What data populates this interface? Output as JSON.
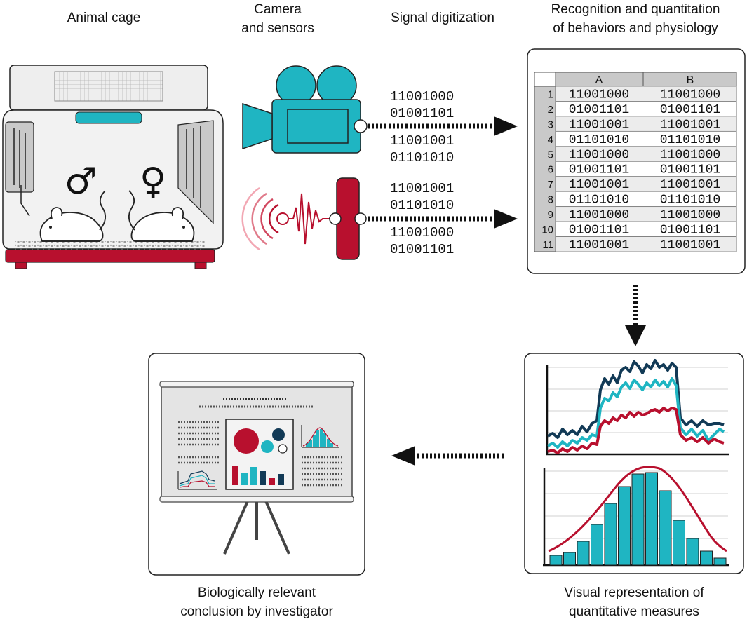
{
  "labels": {
    "animal_cage": "Animal cage",
    "camera_line1": "Camera",
    "camera_line2": "and sensors",
    "signal_digitization": "Signal digitization",
    "recognition_line1": "Recognition and quantitation",
    "recognition_line2": "of behaviors and physiology",
    "visual_line1": "Visual representation of",
    "visual_line2": "quantitative measures",
    "conclusion_line1": "Biologically relevant",
    "conclusion_line2": "conclusion by investigator"
  },
  "symbols": {
    "male": "♂",
    "female": "♀"
  },
  "binary_streams": {
    "camera": [
      "11001000",
      "01001101",
      "11001001",
      "01101010"
    ],
    "sensor": [
      "11001001",
      "01101010",
      "11001000",
      "01001101"
    ]
  },
  "spreadsheet": {
    "columns": [
      "A",
      "B"
    ],
    "rows": [
      {
        "n": "1",
        "a": "11001000",
        "b": "11001000"
      },
      {
        "n": "2",
        "a": "01001101",
        "b": "01001101"
      },
      {
        "n": "3",
        "a": "11001001",
        "b": "11001001"
      },
      {
        "n": "4",
        "a": "01101010",
        "b": "01101010"
      },
      {
        "n": "5",
        "a": "11001000",
        "b": "11001000"
      },
      {
        "n": "6",
        "a": "01001101",
        "b": "01001101"
      },
      {
        "n": "7",
        "a": "11001001",
        "b": "11001001"
      },
      {
        "n": "8",
        "a": "01101010",
        "b": "01101010"
      },
      {
        "n": "9",
        "a": "11001000",
        "b": "11001000"
      },
      {
        "n": "10",
        "a": "01001101",
        "b": "01001101"
      },
      {
        "n": "11",
        "a": "11001001",
        "b": "11001001"
      }
    ]
  },
  "colors": {
    "teal": "#1fb5c2",
    "crimson": "#b8102e",
    "navy": "#123a56",
    "pink": "#e07a8a",
    "gray_light": "#ececec",
    "gray_mid": "#c9c9c9"
  },
  "icons": [
    "video-camera-icon",
    "sensor-icon",
    "male-symbol-icon",
    "female-symbol-icon",
    "mouse-icon",
    "spreadsheet-icon",
    "line-chart-icon",
    "histogram-icon",
    "presentation-board-icon"
  ]
}
